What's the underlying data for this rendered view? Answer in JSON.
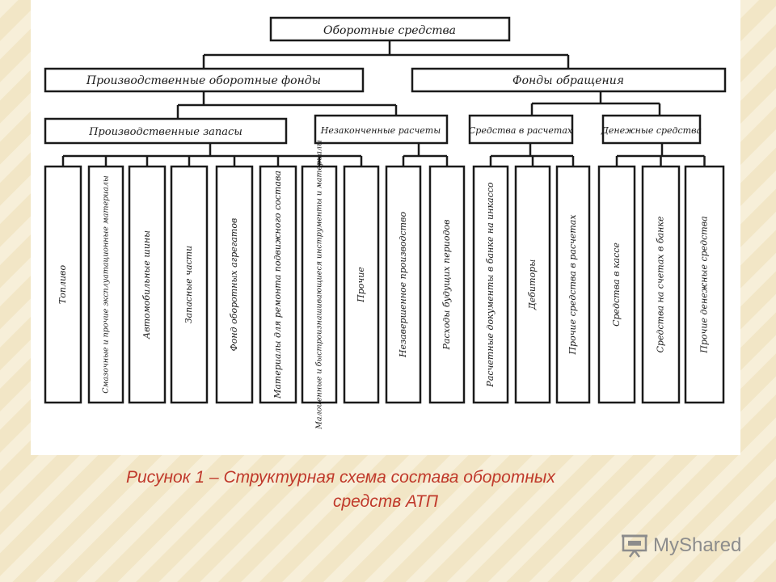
{
  "diagram": {
    "root": "Оборотные средства",
    "level1": [
      "Производственные оборотные фонды",
      "Фонды обращения"
    ],
    "level2": [
      "Производственные запасы",
      "Незаконченные расчеты",
      "Средства в расчетах",
      "Денежные средства"
    ],
    "leaves": [
      "Топливо",
      "Смазочные и прочие эксплуатационные материалы",
      "Автомобильные шины",
      "Запасные части",
      "Фонд оборотных агрегатов",
      "Материалы для ремонта подвижного состава",
      "Малоценные и быстроизнашивающиеся инструменты и материалы",
      "Прочие",
      "Незавершенное производство",
      "Расходы будущих периодов",
      "Расчетные документы в банке на инкассо",
      "Дебиторы",
      "Прочие средства в расчетах",
      "Средства в кассе",
      "Средства на счетах в банке",
      "Прочие денежные средства"
    ]
  },
  "caption": {
    "line1": "Рисунок 1 –  Структурная схема состава оборотных",
    "line2": "средств АТП"
  },
  "watermark": "MyShared",
  "colors": {
    "caption": "#c0392b",
    "background": "#f3ead0",
    "panel": "#ffffff",
    "ink": "#1a1a1a"
  }
}
